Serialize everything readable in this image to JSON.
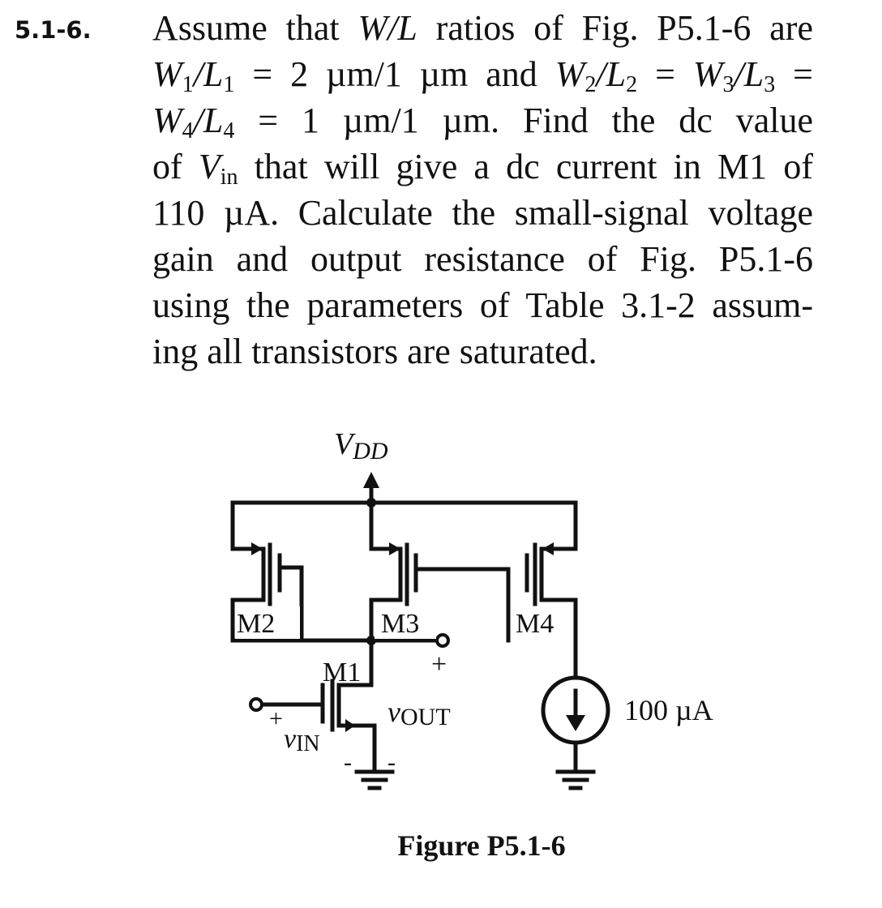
{
  "problem": {
    "number": "5.1-6.",
    "lines": [
      [
        "Assume that ",
        "W/L",
        " ratios of Fig. P5.1-6 are"
      ],
      [
        "W",
        "1",
        "/",
        "L",
        "1",
        " = 2 µm/1 µm and ",
        "W",
        "2",
        "/",
        "L",
        "2",
        " = ",
        "W",
        "3",
        "/",
        "L",
        "3",
        " ="
      ],
      [
        "W",
        "4",
        "/",
        "L",
        "4",
        " = 1 µm/1 µm. Find the dc value"
      ],
      [
        "of ",
        "V",
        "in",
        " that will give a dc current in M1 of"
      ],
      [
        "110 µA. Calculate the small-signal voltage"
      ],
      [
        "gain and output resistance of Fig. P5.1-6"
      ],
      [
        "using the parameters of Table 3.1-2 assum-"
      ],
      [
        "ing all transistors are saturated."
      ]
    ]
  },
  "figure": {
    "supply_label": {
      "main": "V",
      "sub": "DD"
    },
    "transistors": [
      "M1",
      "M2",
      "M3",
      "M4"
    ],
    "output_label": {
      "main": "v",
      "sub": "OUT",
      "plus": "+"
    },
    "input_label": {
      "main": "v",
      "sub": "IN",
      "plus": "+",
      "minus": "-"
    },
    "output_minus": "-",
    "current_source_value": "100 µA",
    "caption": "Figure P5.1-6"
  }
}
